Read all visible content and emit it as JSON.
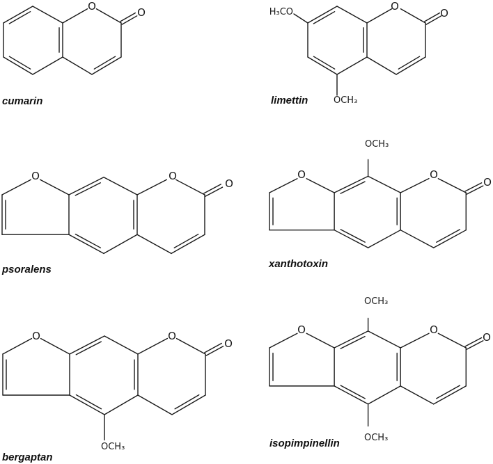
{
  "compounds": [
    {
      "name": "cumarin",
      "atoms": {
        "ring_o": "O",
        "carbonyl_o": "O"
      }
    },
    {
      "name": "limettin",
      "atoms": {
        "ring_o": "O",
        "carbonyl_o": "O",
        "sub_7": "H₃CO",
        "sub_5": "OCH₃"
      }
    },
    {
      "name": "psoralens",
      "atoms": {
        "furan_o": "O",
        "ring_o": "O",
        "carbonyl_o": "O"
      }
    },
    {
      "name": "xanthotoxin",
      "atoms": {
        "furan_o": "O",
        "ring_o": "O",
        "carbonyl_o": "O",
        "sub_8": "OCH₃"
      }
    },
    {
      "name": "bergaptan",
      "atoms": {
        "furan_o": "O",
        "ring_o": "O",
        "carbonyl_o": "O",
        "sub_5": "OCH₃"
      }
    },
    {
      "name": "isopimpinellin",
      "atoms": {
        "furan_o": "O",
        "ring_o": "O",
        "carbonyl_o": "O",
        "sub_8": "OCH₃",
        "sub_5": "OCH₃"
      }
    }
  ],
  "colors": {
    "ink": "#1a1a1a",
    "background": "#ffffff"
  }
}
